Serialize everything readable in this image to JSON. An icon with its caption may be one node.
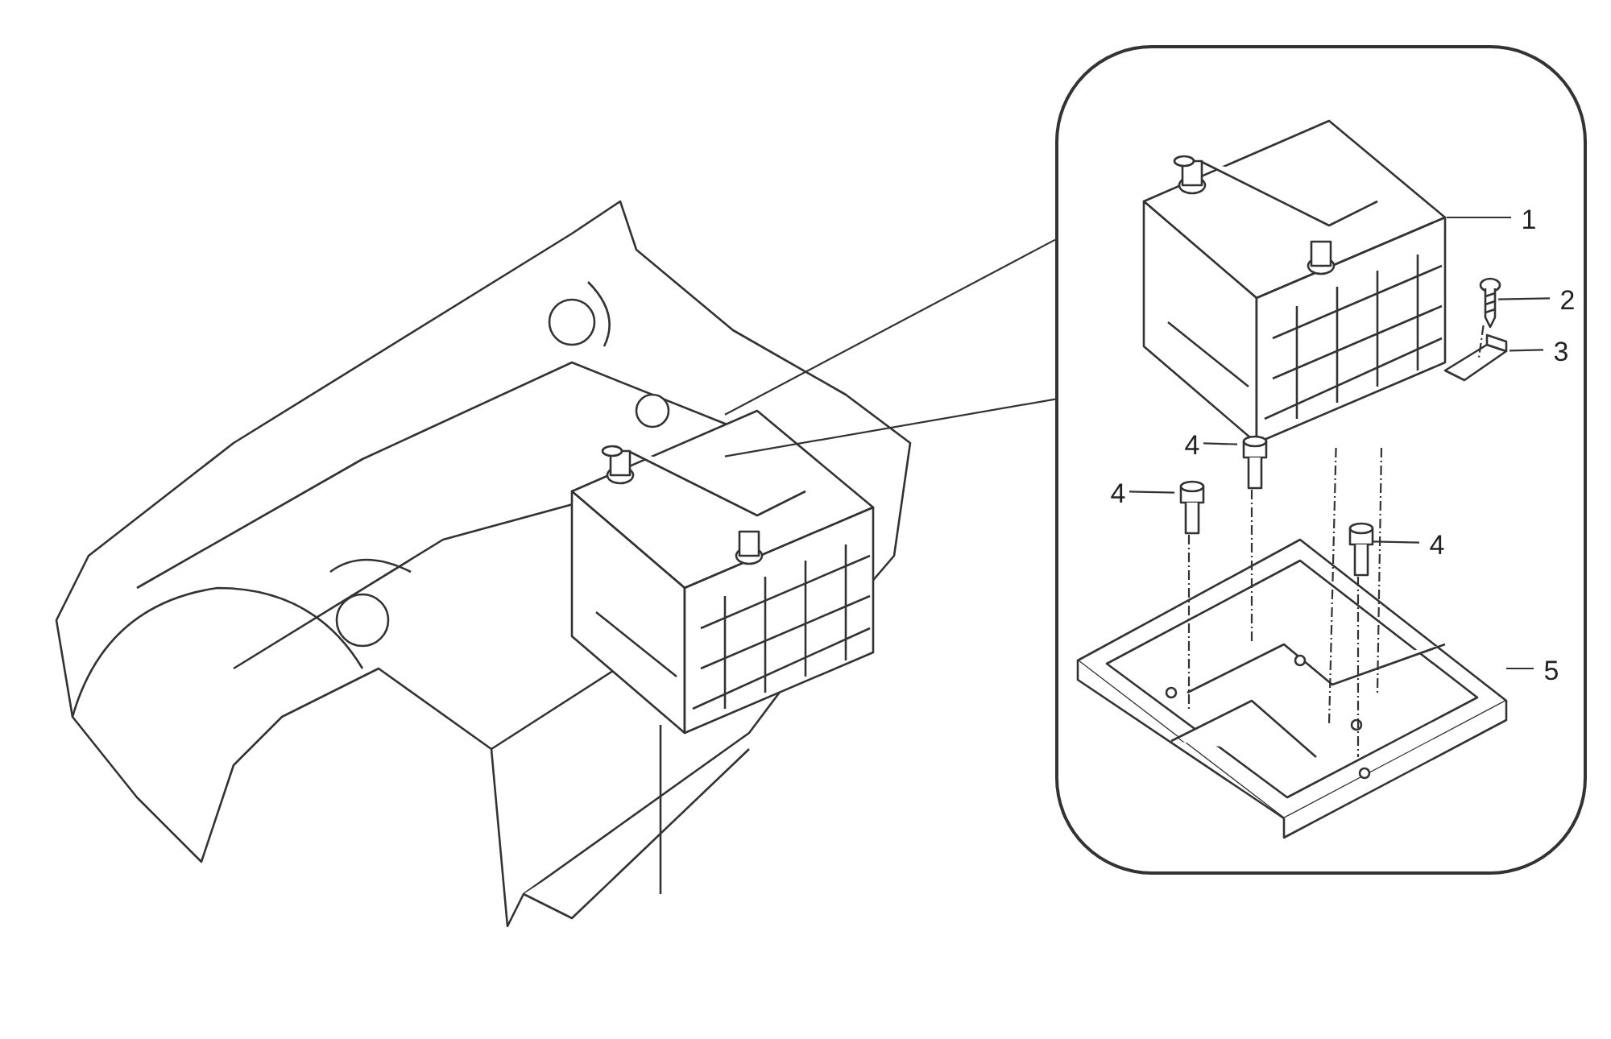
{
  "diagram": {
    "nodes": [
      {
        "text": [],
        "shape": "picture"
      },
      {
        "text": [],
        "shape": "picture",
        "in": 0
      },
      {
        "text": [],
        "shape": "box"
      },
      {
        "text": [],
        "shape": "picture",
        "in": 2
      },
      {
        "text": [
          "1"
        ],
        "in": 2
      },
      {
        "text": [],
        "shape": "picture",
        "in": 2
      },
      {
        "text": [
          "2"
        ],
        "in": 2
      },
      {
        "text": [],
        "shape": "picture",
        "in": 2
      },
      {
        "text": [
          "3"
        ],
        "in": 2
      },
      {
        "text": [],
        "shape": "picture",
        "in": 2
      },
      {
        "text": [
          "4"
        ],
        "in": 2
      },
      {
        "text": [],
        "shape": "picture",
        "in": 2
      },
      {
        "text": [
          "4"
        ],
        "in": 2
      },
      {
        "text": [],
        "shape": "picture",
        "in": 2
      },
      {
        "text": [
          "4"
        ],
        "in": 2
      },
      {
        "text": [],
        "shape": "picture",
        "in": 2
      },
      {
        "text": [
          "5"
        ],
        "in": 2
      }
    ],
    "edges": [
      {
        "from": 4,
        "to": 3,
        "arrow": "none"
      },
      {
        "from": 6,
        "to": 5,
        "arrow": "none"
      },
      {
        "from": 8,
        "to": 7,
        "arrow": "none"
      },
      {
        "from": 10,
        "to": 9,
        "arrow": "none"
      },
      {
        "from": 12,
        "to": 11,
        "arrow": "none"
      },
      {
        "from": 14,
        "to": 13,
        "arrow": "none"
      },
      {
        "from": 16,
        "to": 15,
        "arrow": "none"
      },
      {
        "from": 2,
        "to": 1,
        "arrow": "none"
      },
      {
        "from": 2,
        "to": 1,
        "arrow": "none"
      },
      {
        "from": 3,
        "to": 15,
        "arrow": "none",
        "style": "dashed"
      },
      {
        "from": 3,
        "to": 15,
        "arrow": "none",
        "style": "dashed"
      },
      {
        "from": 9,
        "to": 15,
        "arrow": "none",
        "style": "dashed"
      },
      {
        "from": 11,
        "to": 15,
        "arrow": "none",
        "style": "dashed"
      },
      {
        "from": 13,
        "to": 15,
        "arrow": "none",
        "style": "dashed"
      },
      {
        "from": 5,
        "to": 7,
        "arrow": "none",
        "style": "dashed"
      }
    ]
  }
}
